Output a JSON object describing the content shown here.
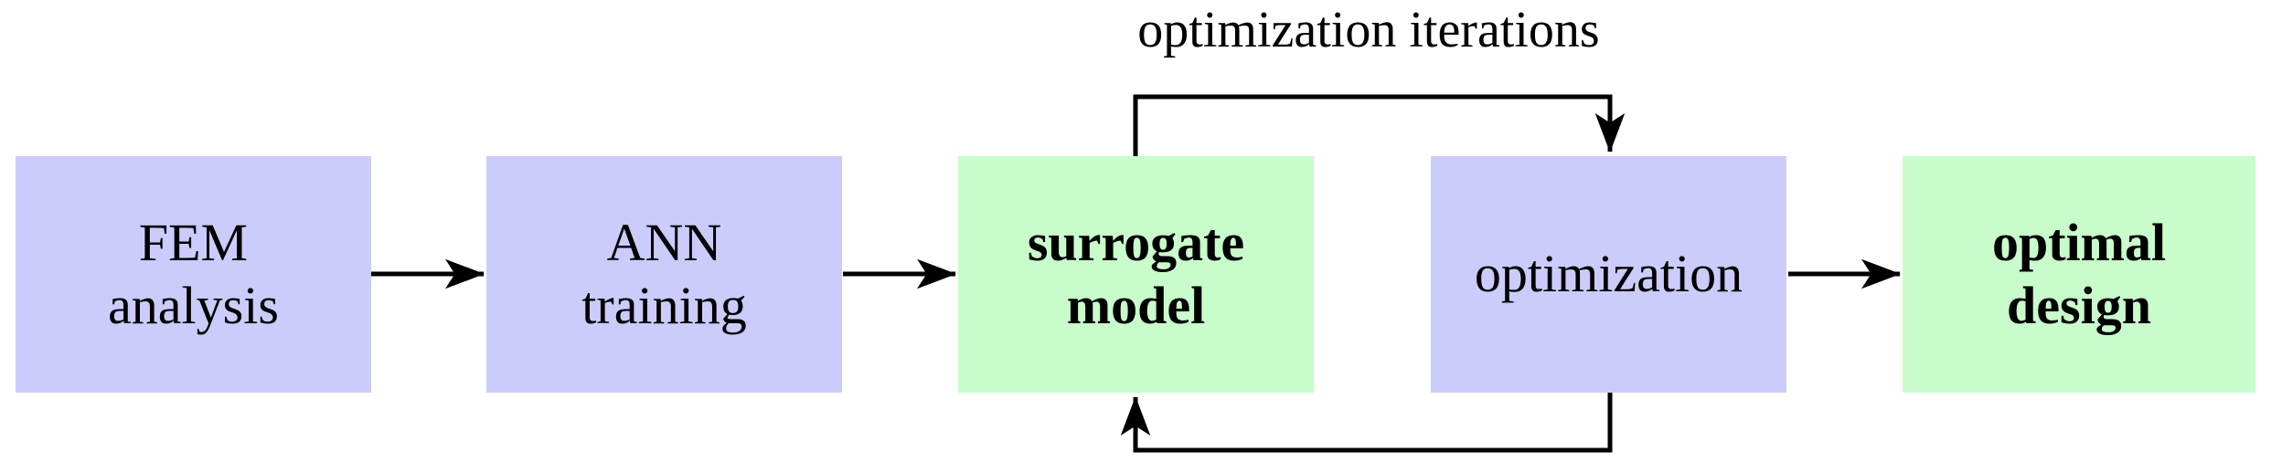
{
  "diagram": {
    "title_label": "optimization iterations",
    "colors": {
      "node_purple": "#ccccfc",
      "node_green": "#c8fdcb",
      "edge_stroke": "#000000",
      "background": "#ffffff",
      "text": "#000000"
    },
    "nodes": [
      {
        "id": "fem-analysis",
        "line1": "FEM",
        "line2": "analysis",
        "fill": "purple",
        "weight": "plain"
      },
      {
        "id": "ann-training",
        "line1": "ANN",
        "line2": "training",
        "fill": "purple",
        "weight": "plain"
      },
      {
        "id": "surrogate-model",
        "line1": "surrogate",
        "line2": "model",
        "fill": "green",
        "weight": "bold"
      },
      {
        "id": "optimization",
        "line1": "optimization",
        "line2": "",
        "fill": "purple",
        "weight": "plain"
      },
      {
        "id": "optimal-design",
        "line1": "optimal",
        "line2": "design",
        "fill": "green",
        "weight": "bold"
      }
    ],
    "edges": [
      {
        "id": "fem-to-ann",
        "kind": "arrow-right"
      },
      {
        "id": "ann-to-surrogate",
        "kind": "arrow-right"
      },
      {
        "id": "surrogate-to-optimization-top",
        "kind": "feedback-down"
      },
      {
        "id": "optimization-to-surrogate-bottom",
        "kind": "feedback-up"
      },
      {
        "id": "optimization-to-optimal-design",
        "kind": "arrow-right"
      }
    ]
  }
}
